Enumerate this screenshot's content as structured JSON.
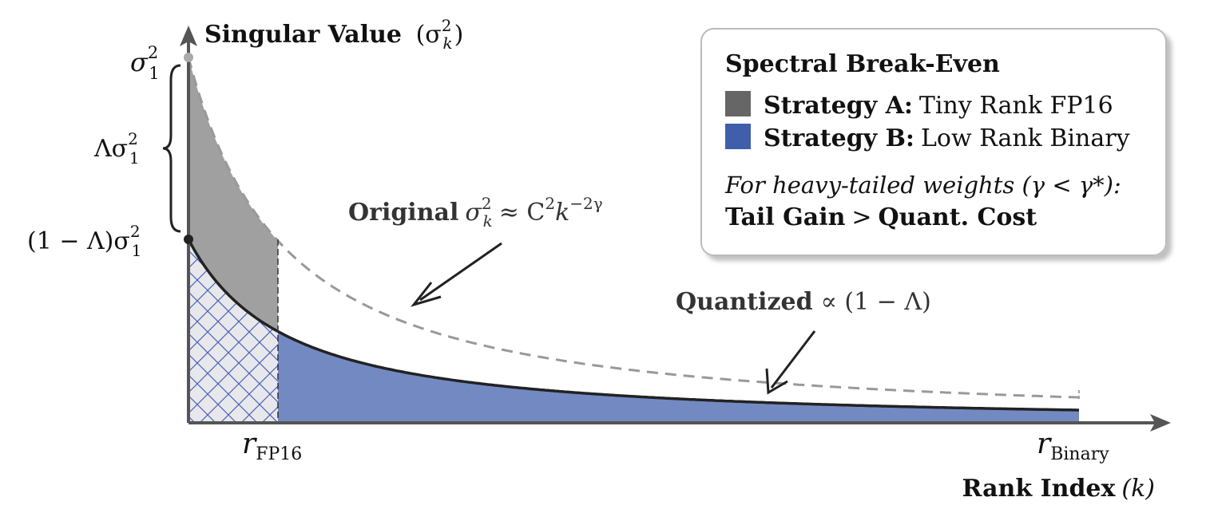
{
  "axes": {
    "y_title": "Singular Value",
    "y_title_math": "(σ",
    "y_title_sup": "2",
    "y_title_sub": "k",
    "y_title_close": ")",
    "x_title": "Rank Index",
    "x_title_math": "(k)"
  },
  "y_labels": {
    "sigma1": "σ",
    "sigma1_sup": "2",
    "sigma1_sub": "1",
    "lambda_sigma": "Λσ",
    "lambda_sigma_sup": "2",
    "lambda_sigma_sub": "1",
    "one_minus_lambda": "(1 − Λ)σ",
    "one_minus_lambda_sup": "2",
    "one_minus_lambda_sub": "1"
  },
  "x_labels": {
    "r_fp16": "r",
    "r_fp16_sub": "FP16",
    "r_binary": "r",
    "r_binary_sub": "Binary"
  },
  "annotations": {
    "original_bold": "Original",
    "original_math": "σ",
    "original_sup": "2",
    "original_sub": "k",
    "original_rest": "≈ C",
    "original_c_sup": "2",
    "original_k": "k",
    "original_k_sup": "−2γ",
    "quantized_bold": "Quantized",
    "quantized_math": "∝ (1 − Λ)"
  },
  "legend": {
    "title": "Spectral Break-Even",
    "items": [
      {
        "bold": "Strategy A:",
        "text": "Tiny Rank FP16",
        "color": "#666666"
      },
      {
        "bold": "Strategy B:",
        "text": "Low Rank Binary",
        "color": "#3f5faa"
      }
    ],
    "note_italic": "For heavy-tailed weights (γ < γ*):",
    "note_bold_a": "Tail Gain",
    "note_math": ">",
    "note_bold_b": "Quant. Cost"
  },
  "colors": {
    "strategy_a": "#a0a0a0",
    "strategy_b": "#7389c2",
    "hatch_fill": "#e8e8ec",
    "hatch_line": "#4a63b8",
    "axis": "#555555",
    "quantized_curve": "#222222",
    "original_curve": "#999999"
  }
}
